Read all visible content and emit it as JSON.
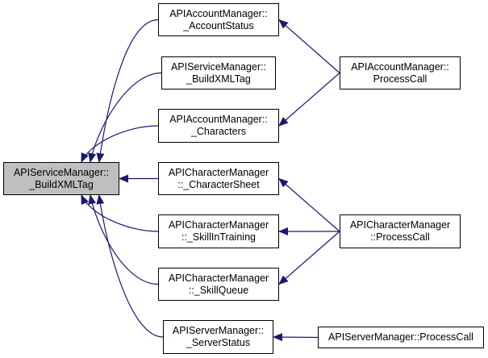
{
  "nodes": {
    "root": {
      "line1": "APIServiceManager::",
      "line2": "_BuildXMLTag"
    },
    "acct_status": {
      "line1": "APIAccountManager::",
      "line2": "_AccountStatus"
    },
    "svc_build": {
      "line1": "APIServiceManager::",
      "line2": "_BuildXMLTag"
    },
    "acct_chars": {
      "line1": "APIAccountManager::",
      "line2": "_Characters"
    },
    "char_sheet": {
      "line1": "APICharacterManager",
      "line2": "::_CharacterSheet"
    },
    "char_skilltrain": {
      "line1": "APICharacterManager",
      "line2": "::_SkillInTraining"
    },
    "char_skillq": {
      "line1": "APICharacterManager",
      "line2": "::_SkillQueue"
    },
    "srv_status": {
      "line1": "APIServerManager::",
      "line2": "_ServerStatus"
    },
    "acct_process": {
      "line1": "APIAccountManager::",
      "line2": "ProcessCall"
    },
    "char_process": {
      "line1": "APICharacterManager",
      "line2": "::ProcessCall"
    },
    "srv_process": {
      "line1": "APIServerManager::ProcessCall",
      "line2": ""
    }
  },
  "edges": [
    {
      "from": "acct_status",
      "to": "root"
    },
    {
      "from": "svc_build",
      "to": "root"
    },
    {
      "from": "acct_chars",
      "to": "root"
    },
    {
      "from": "char_sheet",
      "to": "root"
    },
    {
      "from": "char_skilltrain",
      "to": "root"
    },
    {
      "from": "char_skillq",
      "to": "root"
    },
    {
      "from": "srv_status",
      "to": "root"
    },
    {
      "from": "acct_process",
      "to": "acct_status"
    },
    {
      "from": "acct_process",
      "to": "acct_chars"
    },
    {
      "from": "char_process",
      "to": "char_sheet"
    },
    {
      "from": "char_process",
      "to": "char_skilltrain"
    },
    {
      "from": "char_process",
      "to": "char_skillq"
    },
    {
      "from": "srv_process",
      "to": "srv_status"
    }
  ],
  "colors": {
    "focus_fill": "#bfbfbf",
    "node_fill": "#ffffff",
    "stroke": "#191970",
    "border": "#000000"
  }
}
